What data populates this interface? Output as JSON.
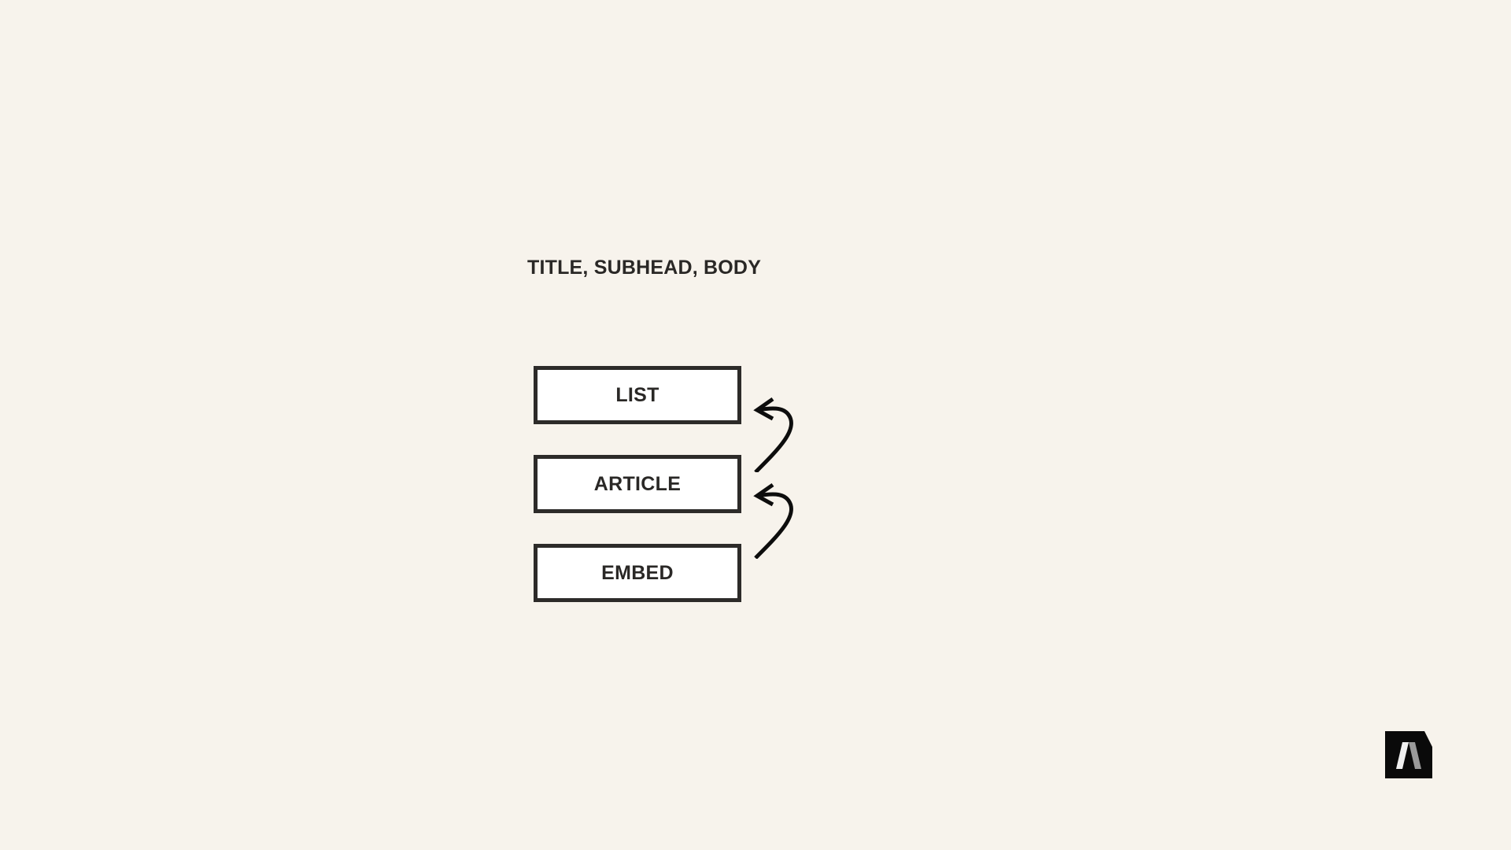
{
  "diagram": {
    "heading": "TITLE, SUBHEAD, BODY",
    "boxes": [
      {
        "label": "LIST"
      },
      {
        "label": "ARTICLE"
      },
      {
        "label": "EMBED"
      }
    ],
    "arrows": [
      {
        "from": "ARTICLE",
        "to": "LIST",
        "icon": "curved-arrow-up-left"
      },
      {
        "from": "EMBED",
        "to": "ARTICLE",
        "icon": "curved-arrow-up-left"
      }
    ]
  },
  "logo": {
    "icon": "brand-a-logo"
  },
  "colors": {
    "background": "#f7f3ec",
    "ink": "#2a2826",
    "box_fill": "#ffffff",
    "logo_bg": "#0a0a0a"
  }
}
